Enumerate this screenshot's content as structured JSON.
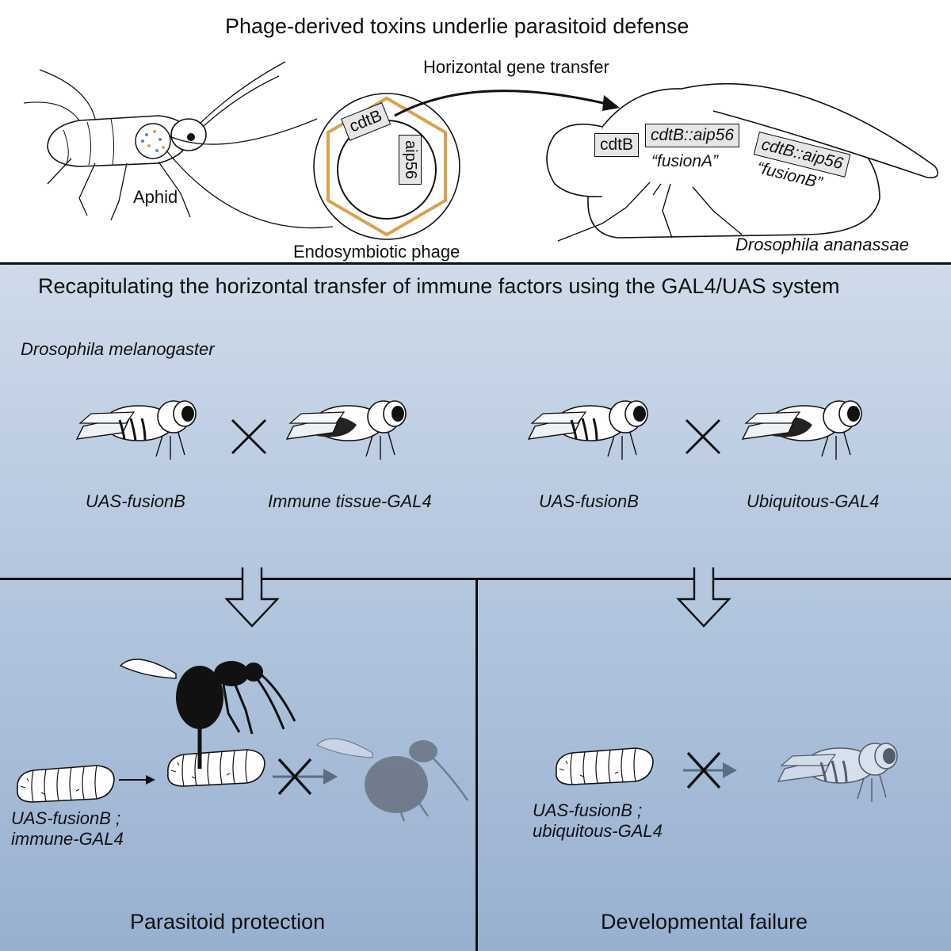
{
  "top": {
    "title": "Phage-derived toxins underlie parasitoid defense",
    "hgt_label": "Horizontal gene transfer",
    "aphid_label": "Aphid",
    "phage_label": "Endosymbiotic phage",
    "species_label": "Drosophila ananassae",
    "genes": {
      "cdtb_phage": "cdtB",
      "aip56_phage": "aip56",
      "cdtb_fly": "cdtB",
      "fusion_a_gene": "cdtB::aip56",
      "fusion_a_name": "“fusionA”",
      "fusion_b_gene": "cdtB::aip56",
      "fusion_b_name": "“fusionB”"
    }
  },
  "middle": {
    "title": "Recapitulating the horizontal transfer of immune factors using the GAL4/UAS system",
    "species_label": "Drosophila melanogaster",
    "cross_left": {
      "parent1": "UAS-fusionB",
      "parent2": "Immune tissue-GAL4"
    },
    "cross_right": {
      "parent1": "UAS-fusionB",
      "parent2": "Ubiquitous-GAL4"
    }
  },
  "bottom": {
    "left": {
      "genotype_line1": "UAS-fusionB ;",
      "genotype_line2": "immune-GAL4",
      "outcome": "Parasitoid protection"
    },
    "right": {
      "genotype_line1": "UAS-fusionB ;",
      "genotype_line2": "ubiquitous-GAL4",
      "outcome": "Developmental failure"
    }
  },
  "colors": {
    "background_top": "#ffffff",
    "band_middle": "#c4d3e6",
    "band_bottom": "#a6bcd8",
    "phage_capsid": "#d9a24a",
    "line": "#111111"
  },
  "icons": [
    "aphid-icon",
    "phage-icon",
    "fly-icon",
    "cross-icon",
    "down-arrow-icon",
    "larva-icon",
    "wasp-icon",
    "blocked-arrow-icon"
  ]
}
